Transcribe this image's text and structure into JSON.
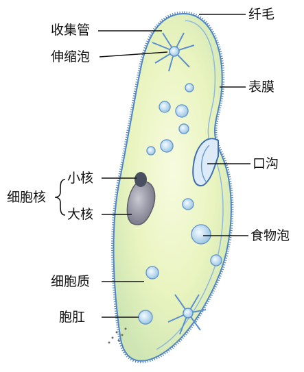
{
  "labels": {
    "shoukuiguan": "收集管",
    "shensuopao": "伸缩泡",
    "xianmao": "纤毛",
    "biaomo": "表膜",
    "kougou": "口沟",
    "shiwupao": "食物泡",
    "xibaohe": "细胞核",
    "xiaohe": "小核",
    "dahe": "大核",
    "xibaozhi": "细胞质",
    "baogang": "胞肛"
  },
  "colors": {
    "body_fill": "#eef7c6",
    "body_edge": "#4f86c6",
    "cilia": "#3d6fb0",
    "vacuole": "#9cc4e6",
    "macronucleus": "#8f8f9e",
    "micronucleus": "#4a5060",
    "line": "#111111"
  }
}
